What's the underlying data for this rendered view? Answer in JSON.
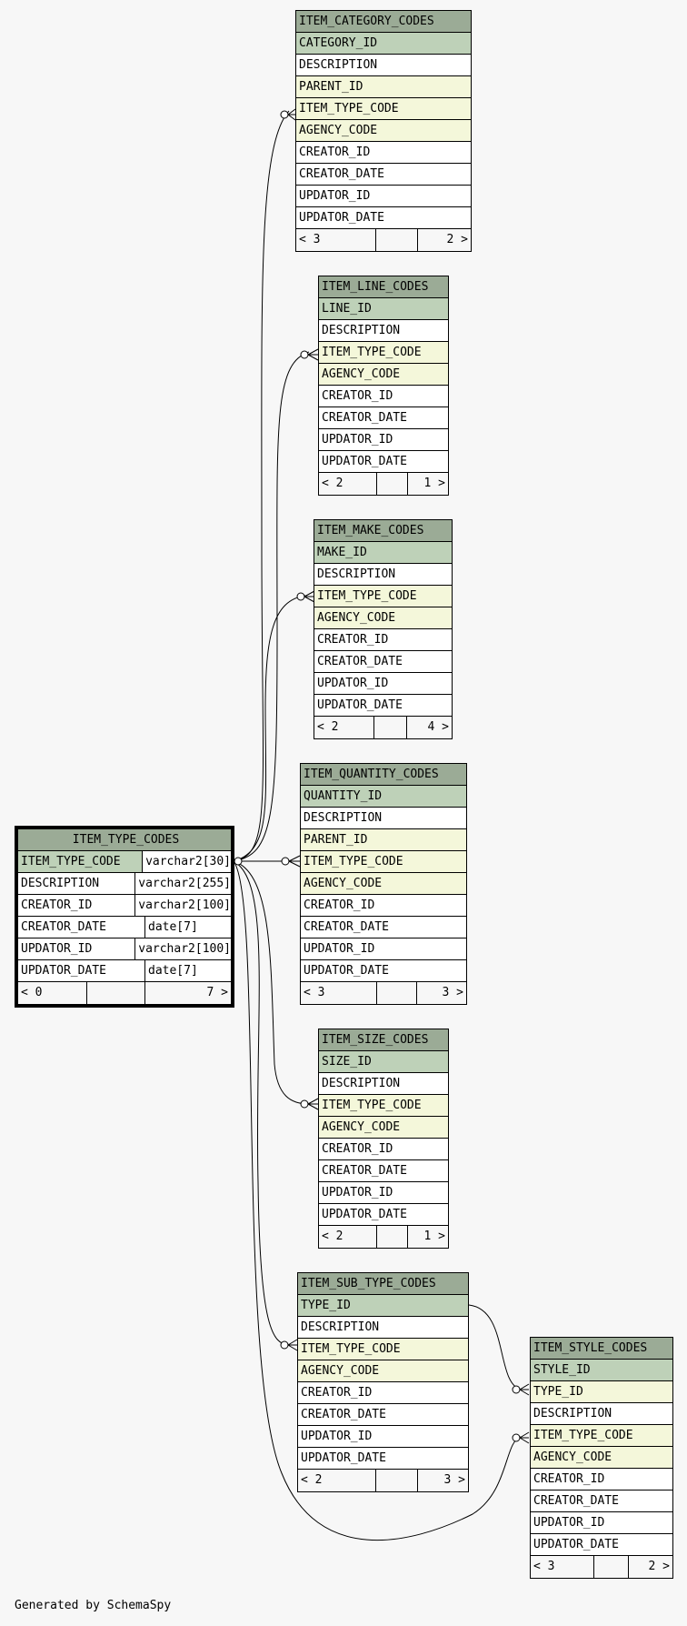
{
  "primary": {
    "name": "ITEM_TYPE_CODES",
    "columns": [
      {
        "name": "ITEM_TYPE_CODE",
        "type": "varchar2[30]"
      },
      {
        "name": "DESCRIPTION",
        "type": "varchar2[255]"
      },
      {
        "name": "CREATOR_ID",
        "type": "varchar2[100]"
      },
      {
        "name": "CREATOR_DATE",
        "type": "date[7]"
      },
      {
        "name": "UPDATOR_ID",
        "type": "varchar2[100]"
      },
      {
        "name": "UPDATOR_DATE",
        "type": "date[7]"
      }
    ],
    "footer": {
      "left": "< 0",
      "right": "7 >"
    }
  },
  "tables": [
    {
      "name": "ITEM_CATEGORY_CODES",
      "columns": [
        "CATEGORY_ID",
        "DESCRIPTION",
        "PARENT_ID",
        "ITEM_TYPE_CODE",
        "AGENCY_CODE",
        "CREATOR_ID",
        "CREATOR_DATE",
        "UPDATOR_ID",
        "UPDATOR_DATE"
      ],
      "footer": {
        "left": "< 3",
        "right": "2 >"
      }
    },
    {
      "name": "ITEM_LINE_CODES",
      "columns": [
        "LINE_ID",
        "DESCRIPTION",
        "ITEM_TYPE_CODE",
        "AGENCY_CODE",
        "CREATOR_ID",
        "CREATOR_DATE",
        "UPDATOR_ID",
        "UPDATOR_DATE"
      ],
      "footer": {
        "left": "< 2",
        "right": "1 >"
      }
    },
    {
      "name": "ITEM_MAKE_CODES",
      "columns": [
        "MAKE_ID",
        "DESCRIPTION",
        "ITEM_TYPE_CODE",
        "AGENCY_CODE",
        "CREATOR_ID",
        "CREATOR_DATE",
        "UPDATOR_ID",
        "UPDATOR_DATE"
      ],
      "footer": {
        "left": "< 2",
        "right": "4 >"
      }
    },
    {
      "name": "ITEM_QUANTITY_CODES",
      "columns": [
        "QUANTITY_ID",
        "DESCRIPTION",
        "PARENT_ID",
        "ITEM_TYPE_CODE",
        "AGENCY_CODE",
        "CREATOR_ID",
        "CREATOR_DATE",
        "UPDATOR_ID",
        "UPDATOR_DATE"
      ],
      "footer": {
        "left": "< 3",
        "right": "3 >"
      }
    },
    {
      "name": "ITEM_SIZE_CODES",
      "columns": [
        "SIZE_ID",
        "DESCRIPTION",
        "ITEM_TYPE_CODE",
        "AGENCY_CODE",
        "CREATOR_ID",
        "CREATOR_DATE",
        "UPDATOR_ID",
        "UPDATOR_DATE"
      ],
      "footer": {
        "left": "< 2",
        "right": "1 >"
      }
    },
    {
      "name": "ITEM_SUB_TYPE_CODES",
      "columns": [
        "TYPE_ID",
        "DESCRIPTION",
        "ITEM_TYPE_CODE",
        "AGENCY_CODE",
        "CREATOR_ID",
        "CREATOR_DATE",
        "UPDATOR_ID",
        "UPDATOR_DATE"
      ],
      "footer": {
        "left": "< 2",
        "right": "3 >"
      }
    },
    {
      "name": "ITEM_STYLE_CODES",
      "columns": [
        "STYLE_ID",
        "TYPE_ID",
        "DESCRIPTION",
        "ITEM_TYPE_CODE",
        "AGENCY_CODE",
        "CREATOR_ID",
        "CREATOR_DATE",
        "UPDATOR_ID",
        "UPDATOR_DATE"
      ],
      "footer": {
        "left": "< 3",
        "right": "2 >"
      }
    }
  ],
  "footnote": "Generated by SchemaSpy",
  "colors": {
    "title": "#9bab96",
    "primary_key": "#bed1b8",
    "foreign_key": "#f4f7da",
    "plain": "#ffffff",
    "background": "#f7f7f7"
  }
}
